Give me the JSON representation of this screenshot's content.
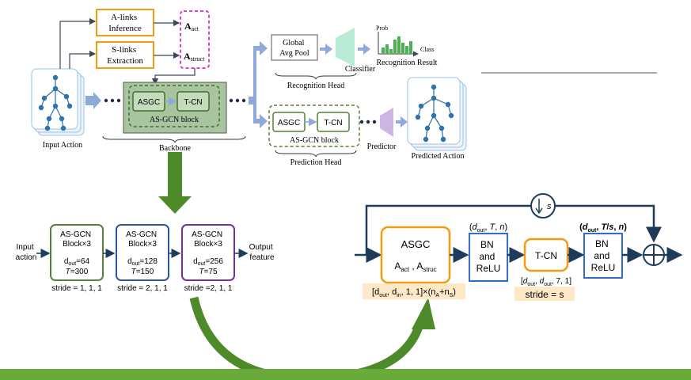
{
  "top": {
    "alinks": [
      "A-links",
      "Inference"
    ],
    "slinks": [
      "S-links",
      "Extraction"
    ],
    "a_act": {
      "main": "A",
      "sub": "act"
    },
    "a_struct": {
      "main": "A",
      "sub": "struct"
    },
    "asgc": "ASGC",
    "tcn": "T-CN",
    "asgcn_block": "AS-GCN block",
    "backbone": "Backbone",
    "input_action": "Input Action",
    "global_avg_pool": [
      "Global",
      "Avg Pool"
    ],
    "classifier": "Classifier",
    "prob": "Prob",
    "class": "Class",
    "recognition_result": "Recognition Result",
    "recognition_head": "Recognition Head",
    "pred_asgc": "ASGC",
    "pred_tcn": "T-CN",
    "pred_asgcn_block": "AS-GCN block",
    "predictor": "Predictor",
    "prediction_head": "Prediction Head",
    "predicted_action": "Predicted Action"
  },
  "bottom_left": {
    "input": [
      "Input",
      "action"
    ],
    "output": [
      "Output",
      "feature"
    ],
    "blocks": [
      {
        "title": [
          "AS-GCN",
          "Block×3"
        ],
        "dout": "64",
        "T": "300",
        "stride": "stride = 1, 1, 1",
        "color": "#548235"
      },
      {
        "title": [
          "AS-GCN",
          "Block×3"
        ],
        "dout": "128",
        "T": "150",
        "stride": "stride = 2, 1, 1",
        "color": "#2f5597"
      },
      {
        "title": [
          "AS-GCN",
          "Block×3"
        ],
        "dout": "256",
        "T": "75",
        "stride": "stride =2, 1, 1",
        "color": "#7030a0"
      }
    ]
  },
  "bottom_right": {
    "s_label": "s",
    "asgc_title": "ASGC",
    "asgc_sub": {
      "a": "A",
      "act": "act",
      "sep": " , A",
      "struc": "struc"
    },
    "asgc_shape": {
      "open": "[d",
      "out": "out",
      "mid": ", d",
      "in": "in",
      "tail": ", 1, 1]×(n",
      "A": "A",
      "plus": "+n",
      "S": "S",
      "close": ")"
    },
    "bn1_shape": "(d_out, T, n)",
    "bn1": [
      "BN",
      "and",
      "ReLU"
    ],
    "tcn": "T-CN",
    "tcn_shape": "[d_out, d_out, 7, 1]",
    "stride_s": "stride = s",
    "bn2_shape": "(d_out, T/s, n)",
    "bn2": [
      "BN",
      "and",
      "ReLU"
    ]
  },
  "colors": {
    "orange": "#f39c12",
    "magenta": "#e040c8",
    "green_dashed": "#5a8a3a",
    "backbone_fill": "#a9c5a0",
    "navy": "#1f3b5c",
    "blue_arrow": "#8fa9d9",
    "big_green": "#4d8a2a",
    "bottom_bar": "#6aaa3a",
    "shape_label_bg": "#fde9c8",
    "bar_green": "#4caf50"
  }
}
